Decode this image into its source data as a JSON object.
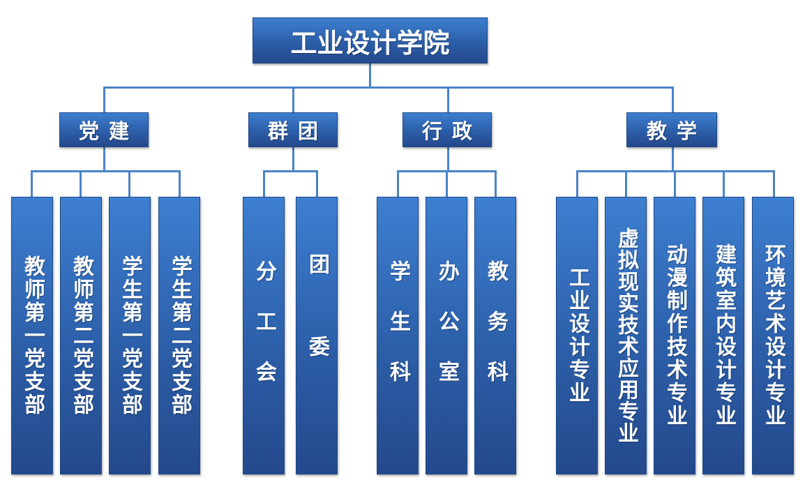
{
  "root": {
    "label": "工业设计学院"
  },
  "departments": [
    {
      "key": "party",
      "label": "党建",
      "children": [
        "教师第一党支部",
        "教师第二党支部",
        "学生第一党支部",
        "学生第二党支部"
      ]
    },
    {
      "key": "group",
      "label": "群团",
      "children": [
        "分工会",
        "团委"
      ]
    },
    {
      "key": "admin",
      "label": "行政",
      "children": [
        "学生科",
        "办公室",
        "教务科"
      ]
    },
    {
      "key": "teach",
      "label": "教学",
      "children": [
        "工业设计专业",
        "虚拟现实技术应用专业",
        "动漫制作技术专业",
        "建筑室内设计专业",
        "环境艺术设计专业"
      ]
    }
  ],
  "colors": {
    "box_top": "#3d7fd1",
    "box_bottom": "#24498c",
    "connector": "#4a83c6"
  }
}
